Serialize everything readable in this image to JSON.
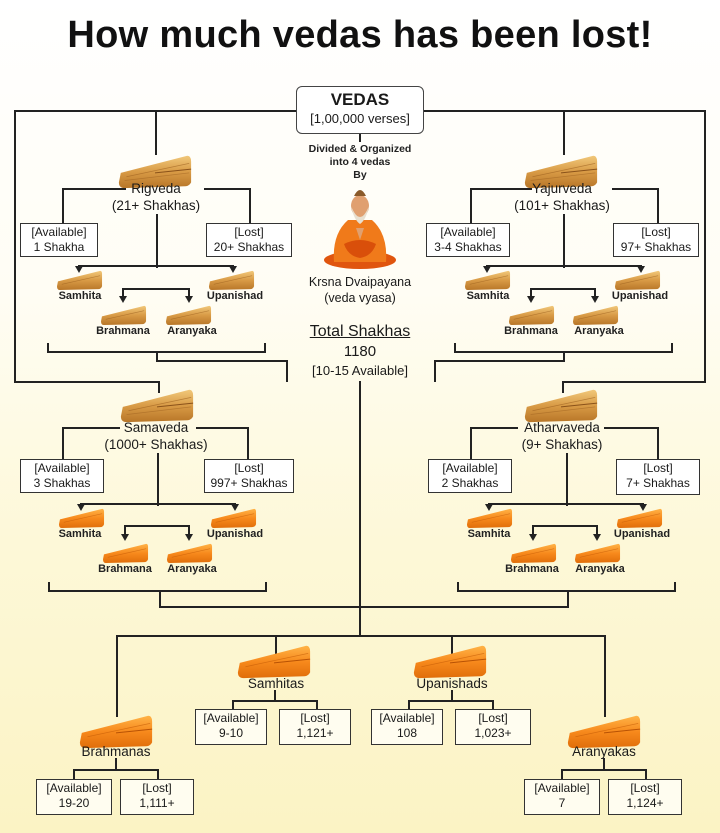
{
  "title": "How much vedas has been lost!",
  "root": {
    "name": "VEDAS",
    "verses": "[1,00,000 verses]",
    "divided_line1": "Divided & Organized",
    "divided_line2": "into 4 vedas",
    "by": "By",
    "author_name": "Krsna Dvaipayana",
    "author_alias": "(veda vyasa)",
    "total_label": "Total Shakhas",
    "total_value": "1180",
    "total_available": "[10-15 Available]"
  },
  "vedas": [
    {
      "name": "Rigveda",
      "shakhas": "(21+ Shakhas)",
      "available_label": "[Available]",
      "available_value": "1 Shakha",
      "lost_label": "[Lost]",
      "lost_value": "20+ Shakhas"
    },
    {
      "name": "Yajurveda",
      "shakhas": "(101+ Shakhas)",
      "available_label": "[Available]",
      "available_value": "3-4 Shakhas",
      "lost_label": "[Lost]",
      "lost_value": "97+ Shakhas"
    },
    {
      "name": "Samaveda",
      "shakhas": "(1000+ Shakhas)",
      "available_label": "[Available]",
      "available_value": "3 Shakhas",
      "lost_label": "[Lost]",
      "lost_value": "997+ Shakhas"
    },
    {
      "name": "Atharvaveda",
      "shakhas": "(9+ Shakhas)",
      "available_label": "[Available]",
      "available_value": "2 Shakhas",
      "lost_label": "[Lost]",
      "lost_value": "7+ Shakhas"
    }
  ],
  "parts": [
    "Samhita",
    "Upanishad",
    "Brahmana",
    "Aranyaka"
  ],
  "texts": [
    {
      "name": "Samhitas",
      "available_label": "[Available]",
      "available_value": "9-10",
      "lost_label": "[Lost]",
      "lost_value": "1,121+"
    },
    {
      "name": "Upanishads",
      "available_label": "[Available]",
      "available_value": "108",
      "lost_label": "[Lost]",
      "lost_value": "1,023+"
    },
    {
      "name": "Brahmanas",
      "available_label": "[Available]",
      "available_value": "19-20",
      "lost_label": "[Lost]",
      "lost_value": "1,111+"
    },
    {
      "name": "Aranyakas",
      "available_label": "[Available]",
      "available_value": "7",
      "lost_label": "[Lost]",
      "lost_value": "1,124+"
    }
  ],
  "colors": {
    "scroll_wood": "#d9a04a",
    "scroll_orange": "#f08a1c",
    "line": "#222222"
  }
}
